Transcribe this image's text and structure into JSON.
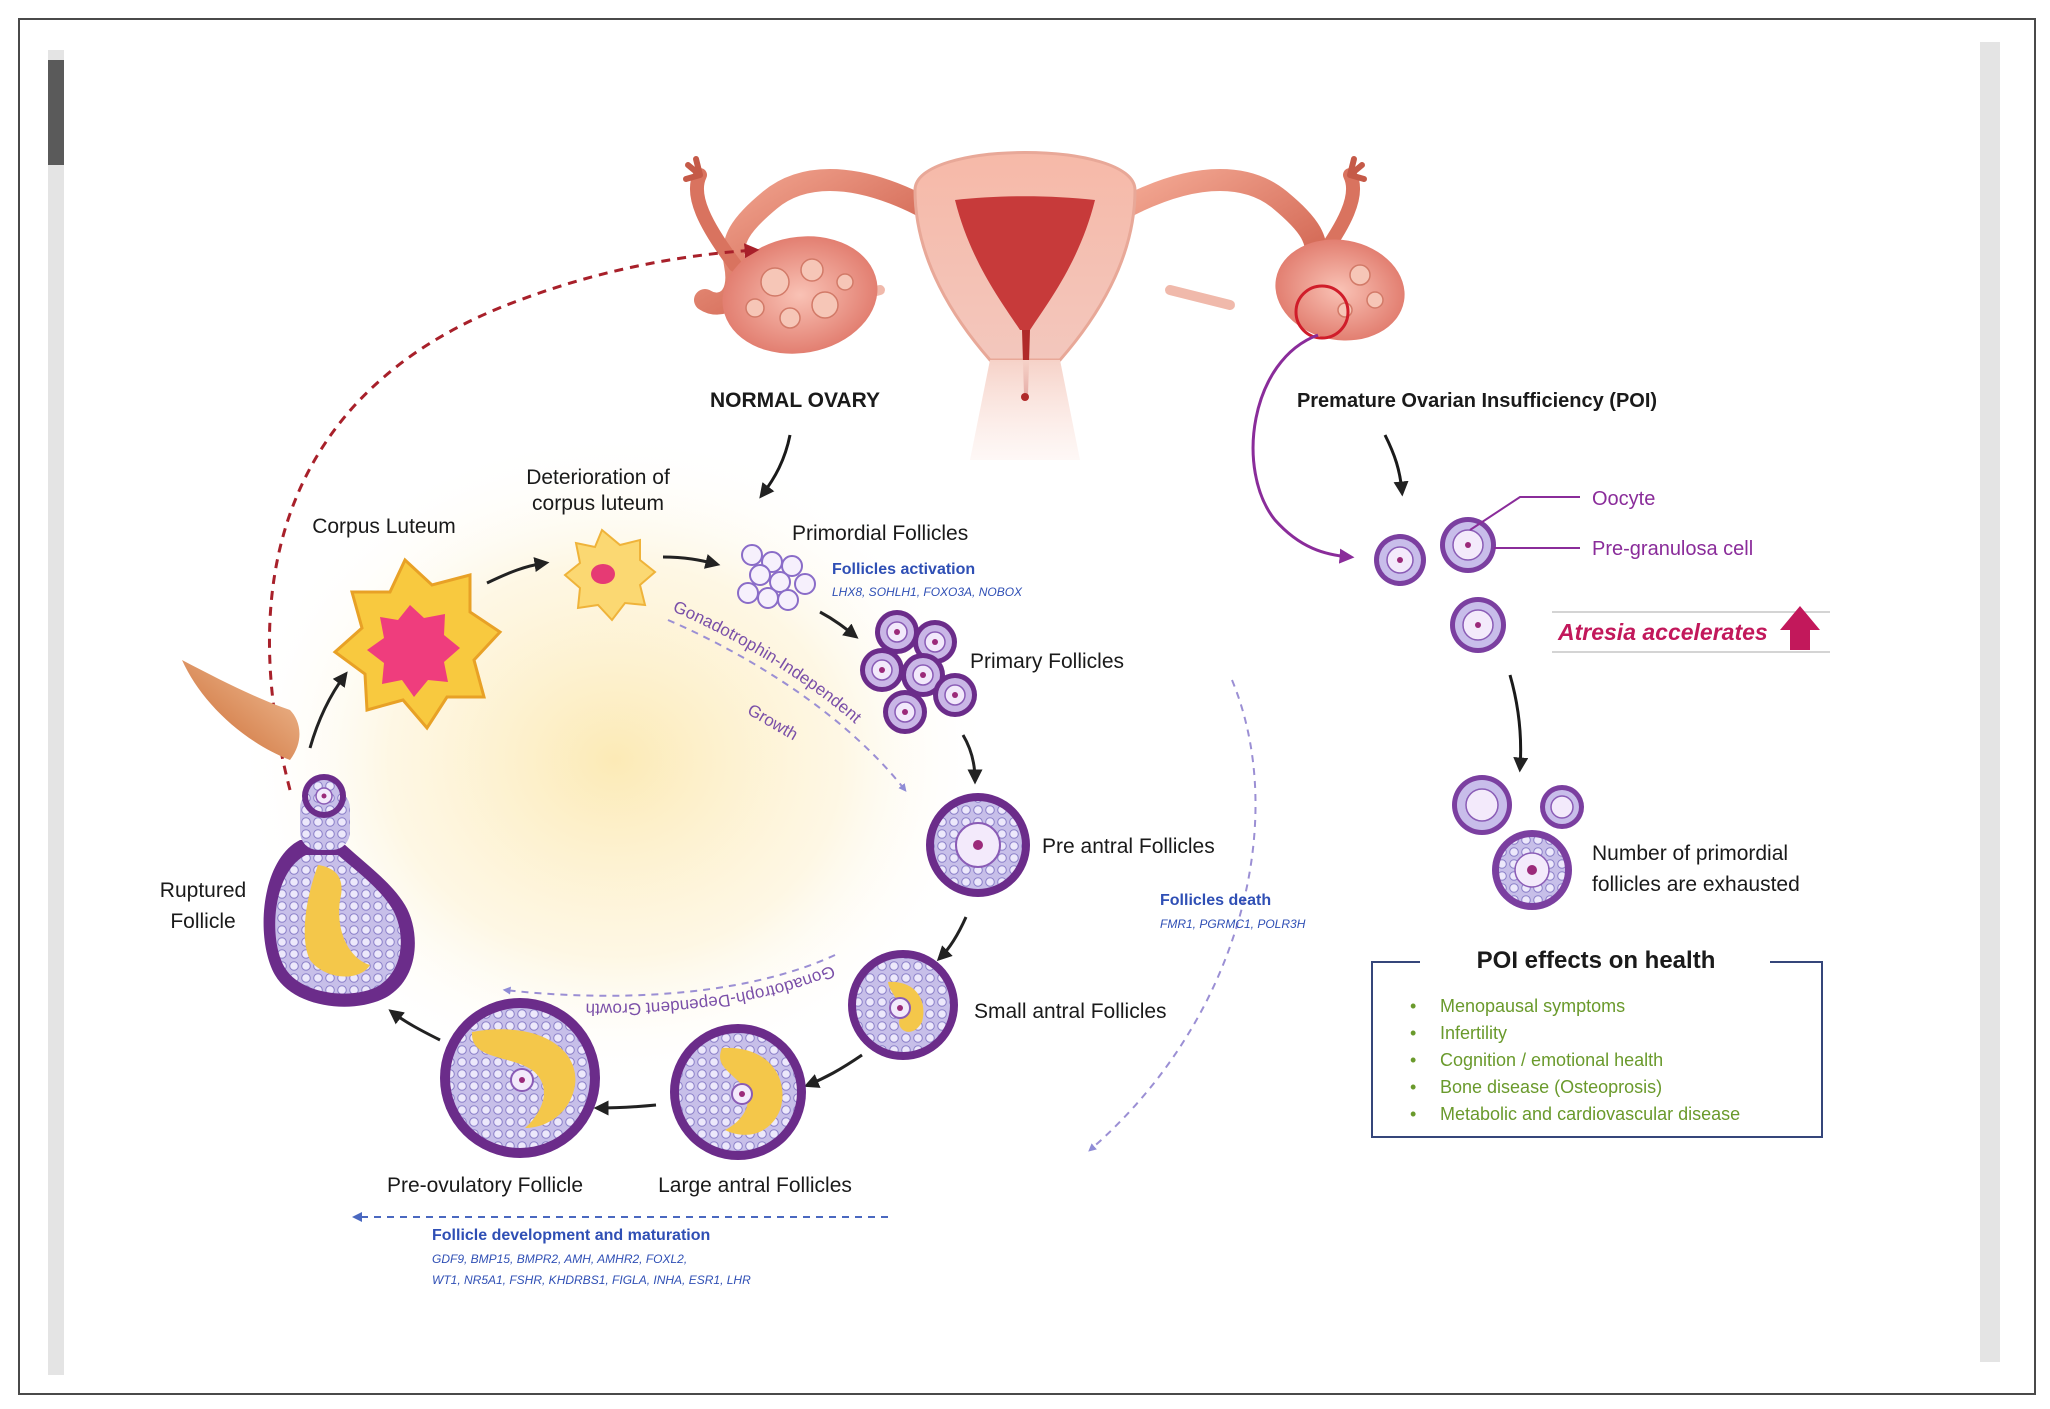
{
  "normal_ovary": "NORMAL OVARY",
  "poi_title": "Premature Ovarian Insufficiency (POI)",
  "stages": {
    "corpus_luteum": "Corpus Luteum",
    "deterioration_line1": "Deterioration of",
    "deterioration_line2": "corpus luteum",
    "primordial": "Primordial Follicles",
    "primary": "Primary Follicles",
    "pre_antral": "Pre antral Follicles",
    "small_antral": "Small antral Follicles",
    "large_antral": "Large antral Follicles",
    "pre_ovulatory": "Pre-ovulatory Follicle",
    "ruptured_line1": "Ruptured",
    "ruptured_line2": "Follicle"
  },
  "activation": {
    "title": "Follicles activation",
    "genes": "LHX8, SOHLH1, FOXO3A, NOBOX"
  },
  "growth": {
    "independent_line1": "Gonadotrophin-Independent",
    "independent_line2": "Growth",
    "dependent": "Gonadotroph-Dependent Growth"
  },
  "death": {
    "title": "Follicles death",
    "genes": "FMR1, PGRMC1, POLR3H"
  },
  "development": {
    "title": "Follicle development and maturation",
    "genes_line1": "GDF9, BMP15, BMPR2, AMH, AMHR2, FOXL2,",
    "genes_line2": "WT1, NR5A1, FSHR, KHDRBS1, FIGLA, INHA, ESR1, LHR"
  },
  "poi": {
    "oocyte": "Oocyte",
    "pre_granulosa": "Pre-granulosa cell",
    "atresia": "Atresia accelerates",
    "exhausted_line1": "Number of primordial",
    "exhausted_line2": "follicles are exhausted"
  },
  "effects": {
    "title": "POI effects on health",
    "items": [
      "Menopausal symptoms",
      "Infertility",
      "Cognition / emotional health",
      "Bone disease (Osteoprosis)",
      "Metabolic and cardiovascular disease"
    ]
  },
  "colors": {
    "follicle_purple": "#7b3fa0",
    "gene_blue": "#2f4fb5",
    "growth_purple": "#7a4fa8",
    "atresia_pink": "#c2185b",
    "effects_green": "#6a9a2c",
    "rupture_red": "#a8202a"
  }
}
